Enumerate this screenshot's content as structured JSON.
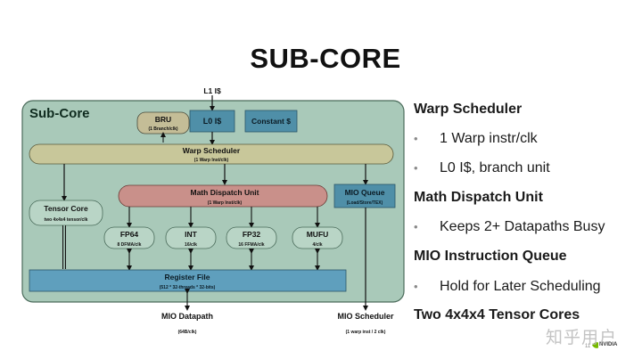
{
  "slide": {
    "title": "SUB-CORE",
    "page_number": "11",
    "logo_text": "NVIDIA",
    "watermark": "知乎用户"
  },
  "diagram": {
    "top_input": "L1 I$",
    "container_label": "Sub-Core",
    "bru": {
      "title": "BRU",
      "sub": "(1 Branch/clk)"
    },
    "l0": {
      "title": "L0 I$"
    },
    "constant": {
      "title": "Constant $"
    },
    "warp_scheduler": {
      "title": "Warp Scheduler",
      "sub": "(1 Warp Inst/clk)"
    },
    "math_dispatch": {
      "title": "Math Dispatch Unit",
      "sub": "(1 Warp Inst/clk)"
    },
    "mio_queue": {
      "title": "MIO Queue",
      "sub": "(Load/Store/TEX)"
    },
    "tensor_core": {
      "title": "Tensor Core",
      "sub": "two 4x4x4 tensor/clk"
    },
    "units": [
      {
        "title": "FP64",
        "sub": "8 DFMA/clk"
      },
      {
        "title": "INT",
        "sub": "16/clk"
      },
      {
        "title": "FP32",
        "sub": "16 FFMA/clk"
      },
      {
        "title": "MUFU",
        "sub": "4/clk"
      }
    ],
    "register_file": {
      "title": "Register File",
      "sub": "(512 * 32-threads * 32-bits)"
    },
    "mio_datapath": {
      "title": "MIO Datapath",
      "sub": "(64B/clk)"
    },
    "mio_scheduler": {
      "title": "MIO Scheduler",
      "sub": "(1 warp inst / 2 clk)"
    }
  },
  "right_panel": {
    "sections": [
      {
        "heading": "Warp Scheduler",
        "bullets": [
          "1 Warp instr/clk",
          "L0 I$, branch unit"
        ]
      },
      {
        "heading": "Math Dispatch Unit",
        "bullets": [
          "Keeps 2+ Datapaths Busy"
        ]
      },
      {
        "heading": "MIO Instruction Queue",
        "bullets": [
          "Hold for Later Scheduling"
        ]
      },
      {
        "heading": "Two 4x4x4 Tensor Cores",
        "bullets": []
      }
    ]
  },
  "colors": {
    "container_fill": "#a9c9b9",
    "container_stroke": "#4a6b5a",
    "bru_fill": "#c4bd97",
    "blue_fill": "#4f8fa8",
    "olive_fill": "#c8c79a",
    "math_fill": "#c9908a",
    "green_fill": "#b9d5c6",
    "register_fill": "#5f9fbd",
    "bullet_gray": "#8a8a8a"
  }
}
